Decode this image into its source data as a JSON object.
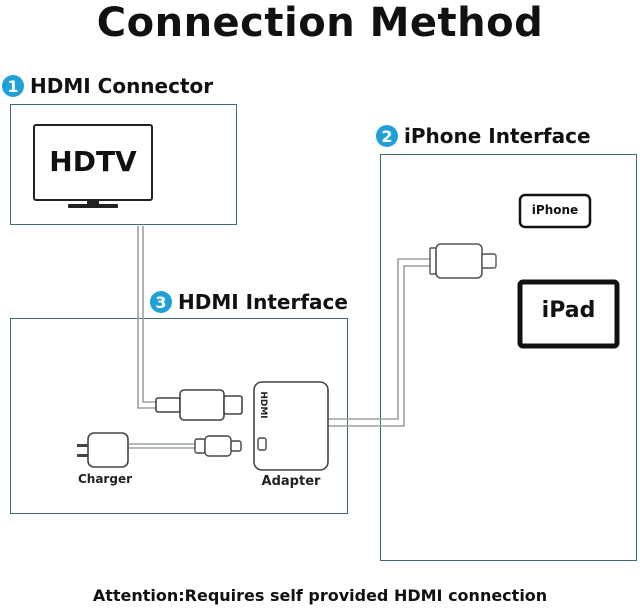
{
  "title": "Connection Method",
  "steps": [
    {
      "number": "1",
      "label": "HDMI Connector"
    },
    {
      "number": "2",
      "label": "iPhone Interface"
    },
    {
      "number": "3",
      "label": "HDMI Interface"
    }
  ],
  "devices": {
    "hdtv": "HDTV",
    "iphone": "iPhone",
    "ipad": "iPad"
  },
  "adapter": {
    "port_label": "HDMI",
    "label": "Adapter"
  },
  "charger_label": "Charger",
  "footer": "Attention:Requires self provided HDMI connection",
  "colors": {
    "step_badge": "#1fa0d8",
    "panel_border": "#3f6a74",
    "cable": "#9aa0a2"
  }
}
